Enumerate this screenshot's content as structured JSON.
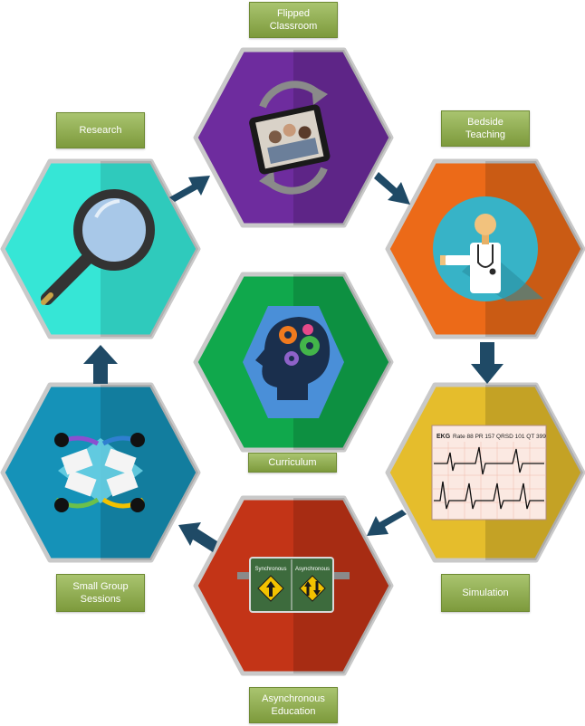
{
  "nodes": {
    "flipped": {
      "label": "Flipped\nClassroom",
      "color": "#6e2c9e"
    },
    "bedside": {
      "label": "Bedside\nTeaching",
      "color": "#ec6a18"
    },
    "simulation": {
      "label": "Simulation",
      "color": "#e5bd2c"
    },
    "async": {
      "label": "Asynchronous\nEducation",
      "color": "#c33417"
    },
    "small_group": {
      "label": "Small Group\nSessions",
      "color": "#1592b8"
    },
    "research": {
      "label": "Research",
      "color": "#36e6d6"
    },
    "curriculum": {
      "label": "Curriculum",
      "color": "#10a84c"
    }
  },
  "ekg": {
    "header_left": "EKG",
    "header_right": "Rate 88  PR 157  QRSD 101  QT 399"
  },
  "sign": {
    "left": "Synchronous",
    "right": "Asynchronous"
  },
  "colors": {
    "arrow": "#1f4a66",
    "label_bg": "#8fad4f",
    "hex_border": "#c9c9c9"
  }
}
